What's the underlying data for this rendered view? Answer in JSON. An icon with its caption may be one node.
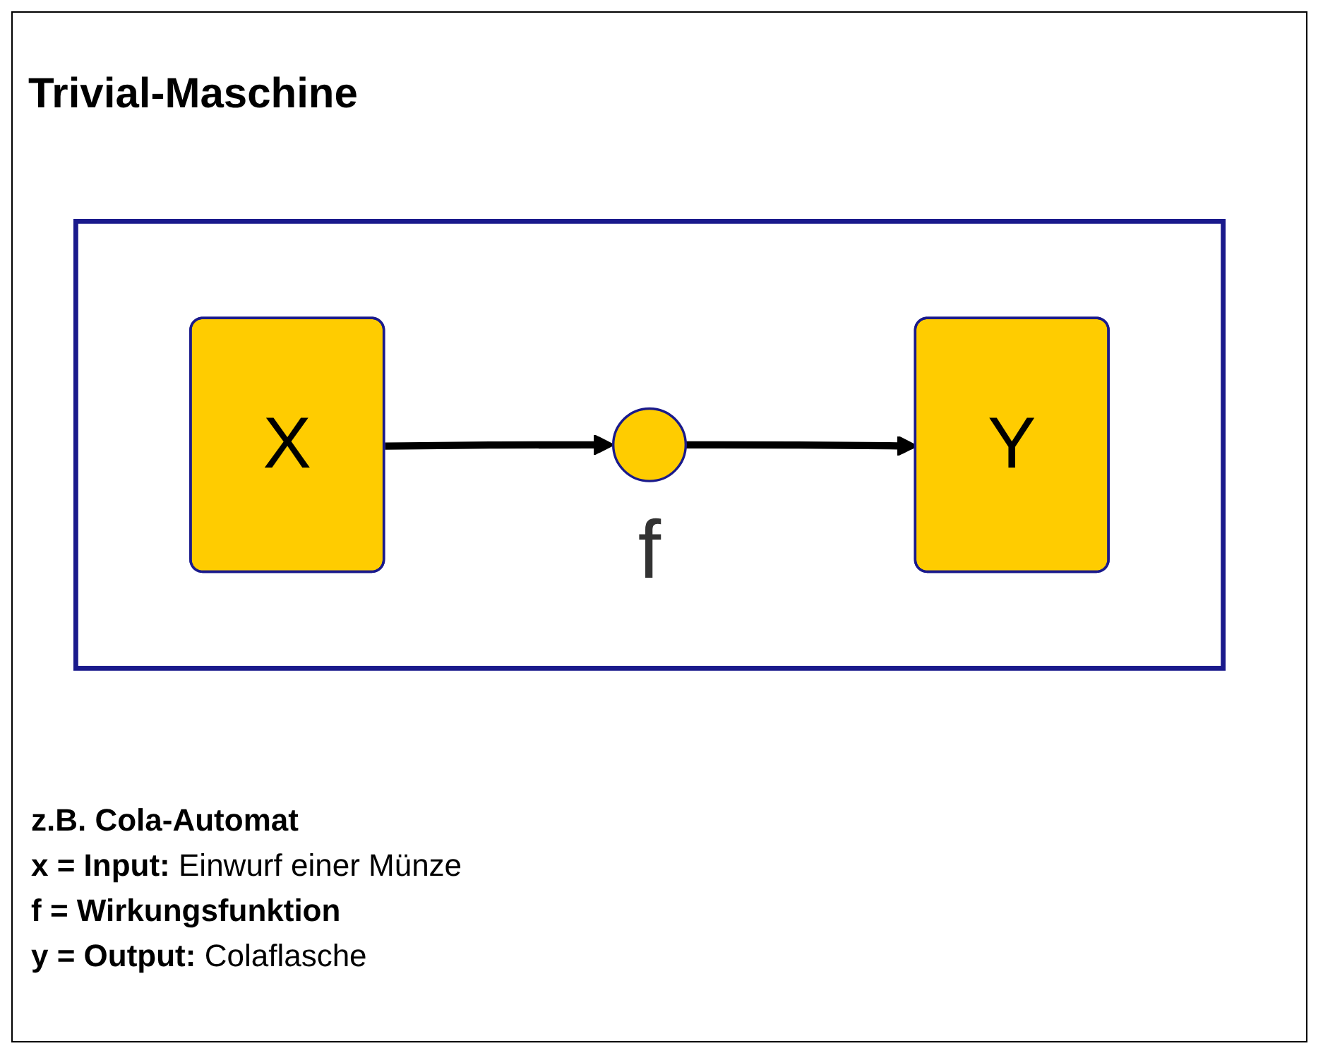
{
  "diagram": {
    "title": "Trivial-Maschine",
    "nodes": [
      {
        "text": [],
        "shape": "box"
      },
      {
        "text": [
          "X"
        ],
        "in": 0
      },
      {
        "text": [],
        "shape": "circle",
        "beside": [
          "f"
        ],
        "in": 0
      },
      {
        "text": [
          "Y"
        ],
        "in": 0
      }
    ],
    "edges": [
      {
        "from": 1,
        "to": 2,
        "arrow": "to"
      },
      {
        "from": 2,
        "to": 3,
        "arrow": "to"
      }
    ],
    "labels": [
      "z.B. Cola-Automat",
      "**x = Input:** Einwurf einer Münze",
      "f = Wirkungsfunktion",
      "**y = Output:** Colaflasche"
    ]
  }
}
